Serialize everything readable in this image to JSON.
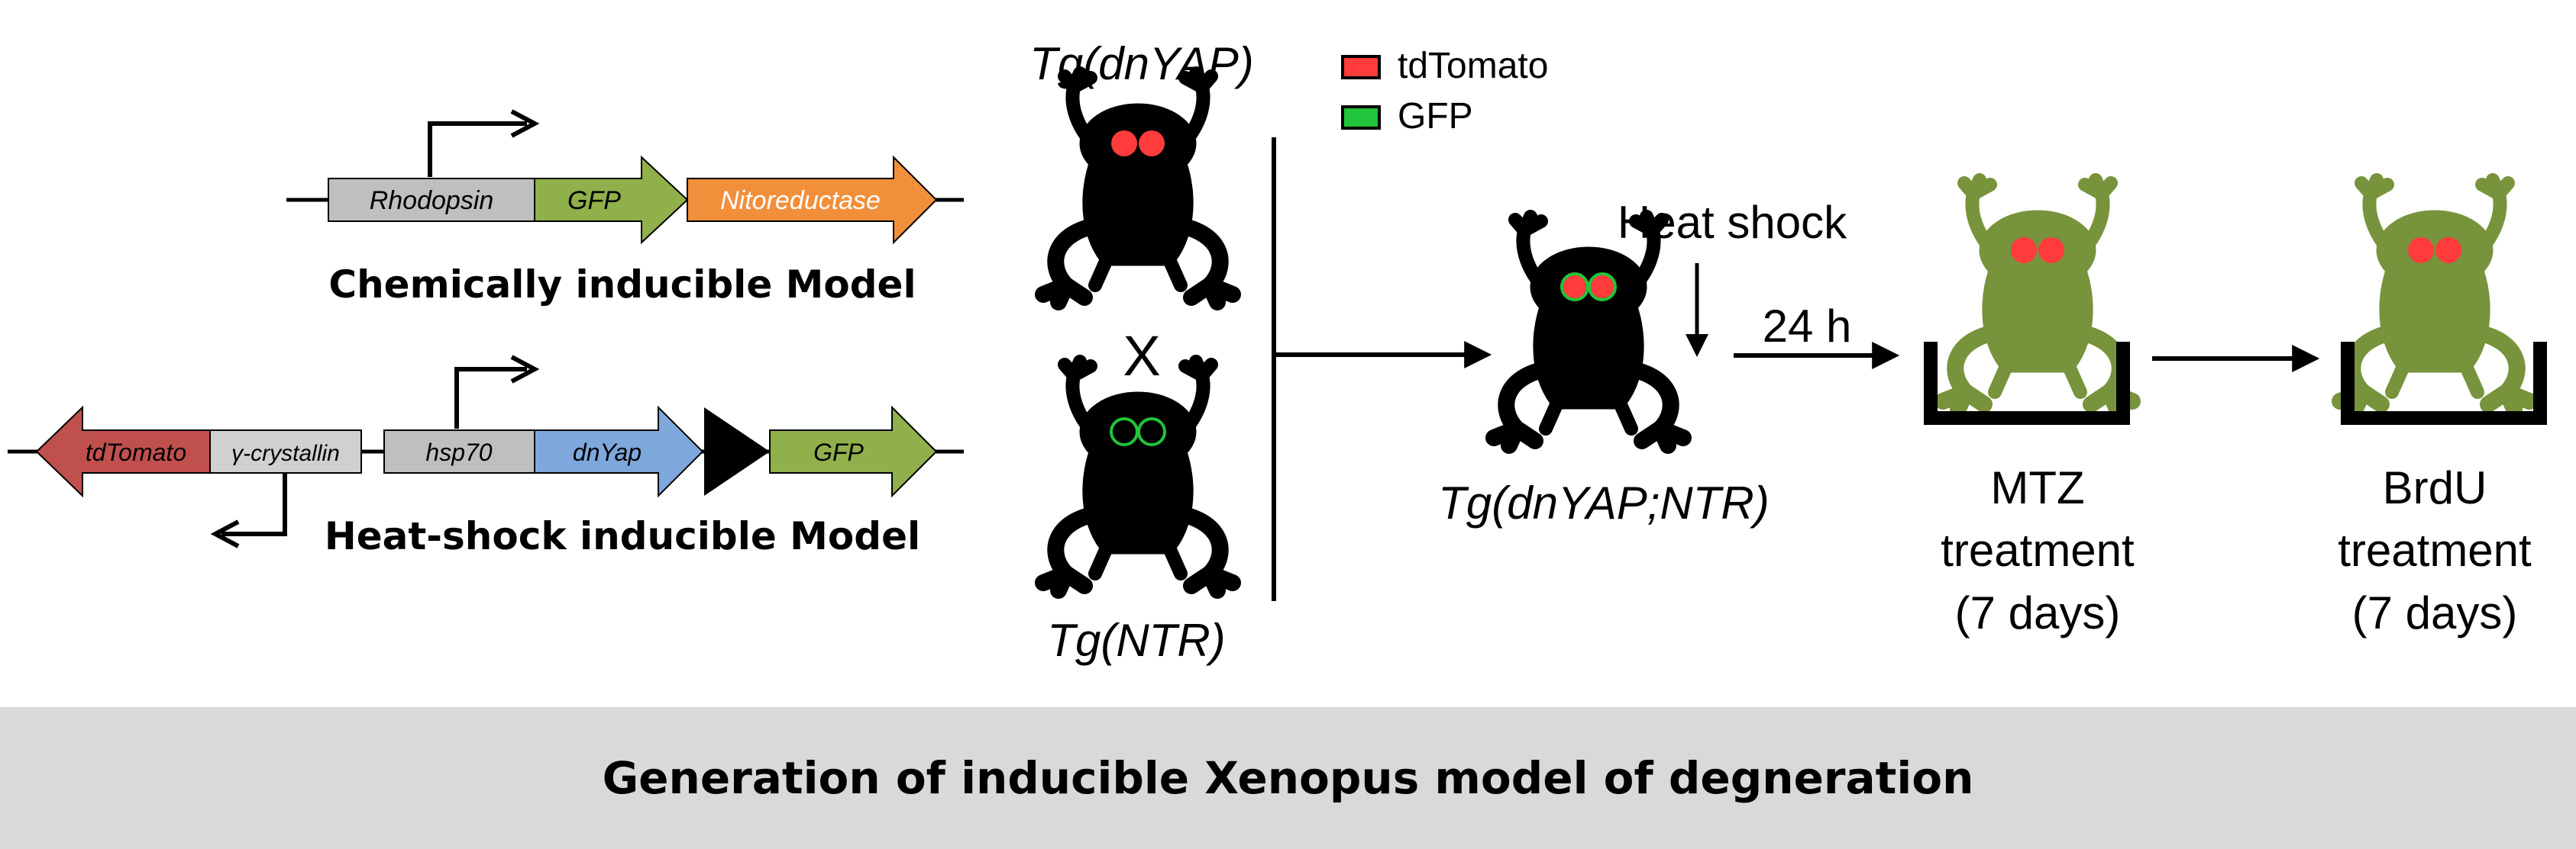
{
  "colors": {
    "rhodopsin": "#bfbfbf",
    "gfp": "#8fb04a",
    "nitroreductase": "#f28f3b",
    "tdtomato": "#c0504d",
    "gamma_crystallin": "#d0d0d0",
    "hsp70": "#bfbfbf",
    "dnyap": "#7ea8dc",
    "frog_black": "#000000",
    "frog_green": "#77933c",
    "eye_red": "#ff3b3b",
    "eye_green": "#21c43a",
    "footer_bg": "#d9d9d9"
  },
  "chemical_model": {
    "elements": {
      "rhodopsin": "Rhodopsin",
      "gfp": "GFP",
      "nitroreductase": "Nitoreductase"
    },
    "caption": "Chemically inducible Model"
  },
  "heatshock_model": {
    "elements": {
      "tdtomato": "tdTomato",
      "gamma_crystallin": "γ-crystallin",
      "hsp70": "hsp70",
      "dnyap": "dnYap",
      "gfp": "GFP"
    },
    "caption": "Heat-shock inducible Model"
  },
  "cross": {
    "parent_top": "Tg(dnYAP)",
    "cross_symbol": "X",
    "parent_bottom": "Tg(NTR)"
  },
  "legend": [
    {
      "label": "tdTomato",
      "color": "#ff3b3b"
    },
    {
      "label": "GFP",
      "color": "#21c43a"
    }
  ],
  "offspring": {
    "label": "Tg(dnYAP;NTR)"
  },
  "steps": {
    "heat_shock": "Heat shock",
    "delay": "24 h",
    "mtz": [
      "MTZ",
      "treatment",
      "(7 days)"
    ],
    "brdu": [
      "BrdU",
      "treatment",
      "(7 days)"
    ]
  },
  "footer": {
    "title": "Generation of inducible Xenopus model of degneration"
  }
}
